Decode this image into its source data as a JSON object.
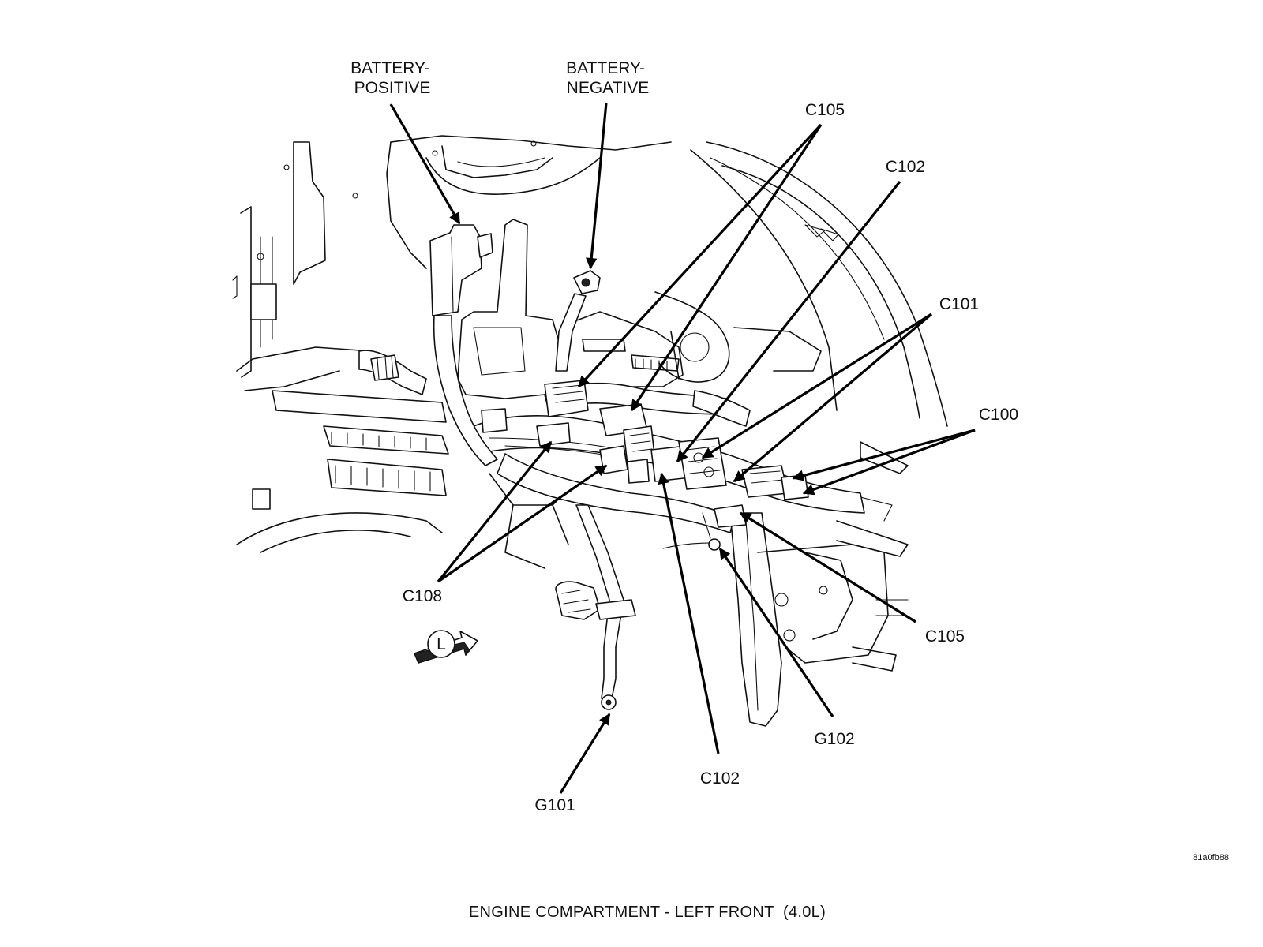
{
  "diagram": {
    "caption": "ENGINE COMPARTMENT - LEFT FRONT  (4.0L)",
    "drawing_code": "81a0fb88",
    "orientation_marker": "L",
    "labels": [
      {
        "id": "battery-positive",
        "lines": [
          "BATTERY-",
          "POSITIVE"
        ]
      },
      {
        "id": "battery-negative",
        "lines": [
          "BATTERY-",
          "NEGATIVE"
        ]
      },
      {
        "id": "c105-top",
        "lines": [
          "C105"
        ]
      },
      {
        "id": "c102-top",
        "lines": [
          "C102"
        ]
      },
      {
        "id": "c101",
        "lines": [
          "C101"
        ]
      },
      {
        "id": "c100",
        "lines": [
          "C100"
        ]
      },
      {
        "id": "c108",
        "lines": [
          "C108"
        ]
      },
      {
        "id": "c105-bottom",
        "lines": [
          "C105"
        ]
      },
      {
        "id": "g102",
        "lines": [
          "G102"
        ]
      },
      {
        "id": "c102-bottom",
        "lines": [
          "C102"
        ]
      },
      {
        "id": "g101",
        "lines": [
          "G101"
        ]
      }
    ]
  }
}
